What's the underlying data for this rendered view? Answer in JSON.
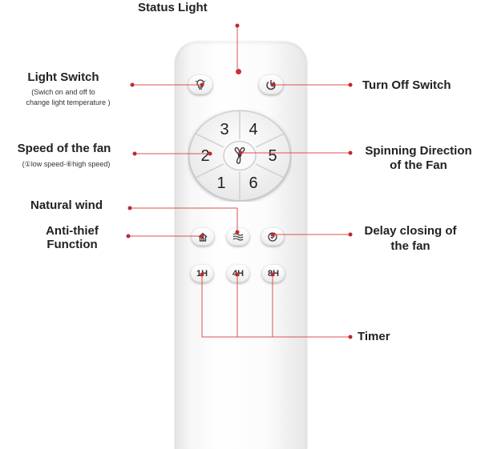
{
  "labels": {
    "status_light": "Status Light",
    "light_switch": "Light Switch",
    "light_switch_sub_1": "(Swich on and off to",
    "light_switch_sub_2": "change light temperature )",
    "turn_off_switch": "Turn Off Switch",
    "speed_of_fan": "Speed of the fan",
    "speed_sub": "(①low speed-⑥high speed)",
    "spinning_direction_1": "Spinning Direction",
    "spinning_direction_2": "of the Fan",
    "natural_wind": "Natural wind",
    "anti_thief_1": "Anti-thief",
    "anti_thief_2": "Function",
    "delay_closing_1": "Delay closing of",
    "delay_closing_2": "the fan",
    "timer": "Timer"
  },
  "wheel": {
    "speed_1": "1",
    "speed_2": "2",
    "speed_3": "3",
    "speed_4": "4",
    "speed_5": "5",
    "speed_6": "6"
  },
  "timer_buttons": {
    "one_hour": "1H",
    "four_hour": "4H",
    "eight_hour": "8H"
  },
  "colors": {
    "accent_line": "#d9534f",
    "dot": "#c0282d",
    "remote_body": "#f6f6f6"
  }
}
